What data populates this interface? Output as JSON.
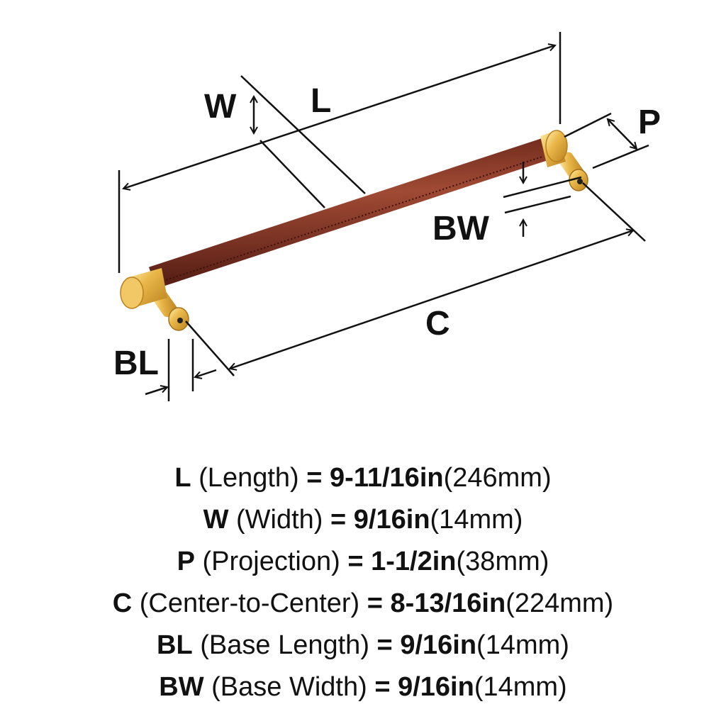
{
  "diagram": {
    "labels": {
      "L": "L",
      "W": "W",
      "P": "P",
      "BW": "BW",
      "C": "C",
      "BL": "BL"
    },
    "colors": {
      "leather": "#8a3b28",
      "brass": "#e8b64a",
      "line": "#111111"
    }
  },
  "specs": [
    {
      "key": "L",
      "name": "(Length)",
      "eq": "=",
      "imperial": "9-11/16in",
      "metric": "(246mm)"
    },
    {
      "key": "W",
      "name": "(Width)",
      "eq": "=",
      "imperial": "9/16in",
      "metric": "(14mm)"
    },
    {
      "key": "P",
      "name": "(Projection)",
      "eq": "=",
      "imperial": "1-1/2in",
      "metric": "(38mm)"
    },
    {
      "key": "C",
      "name": "(Center-to-Center)",
      "eq": "=",
      "imperial": "8-13/16in",
      "metric": "(224mm)"
    },
    {
      "key": "BL",
      "name": "(Base Length)",
      "eq": "=",
      "imperial": "9/16in",
      "metric": "(14mm)"
    },
    {
      "key": "BW",
      "name": "(Base Width)",
      "eq": "=",
      "imperial": "9/16in",
      "metric": "(14mm)"
    }
  ]
}
